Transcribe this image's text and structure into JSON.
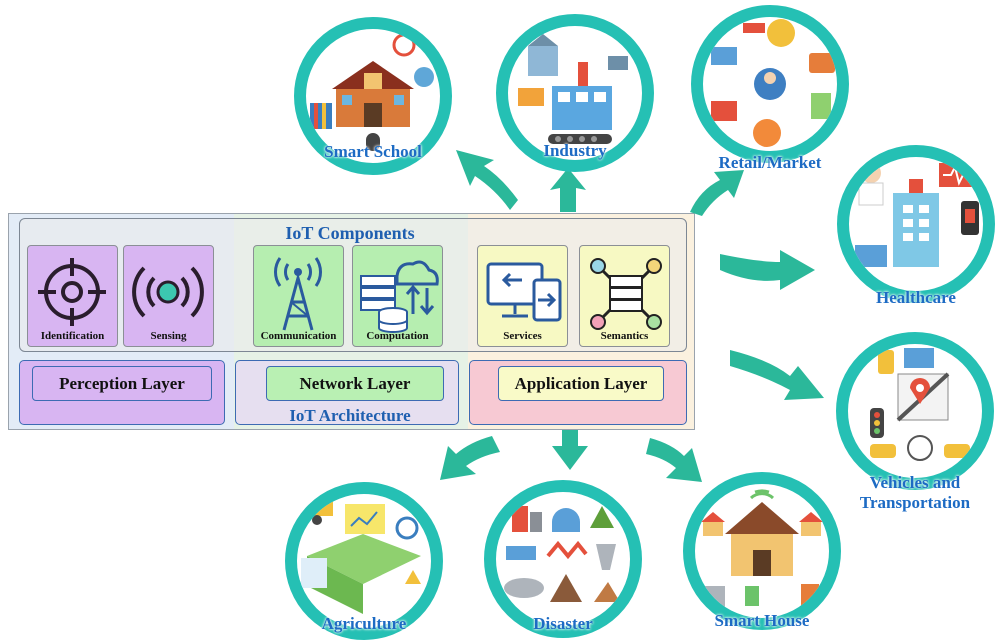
{
  "components": {
    "title": "IoT Components",
    "items": [
      {
        "label": "Identification"
      },
      {
        "label": "Sensing"
      },
      {
        "label": "Communication"
      },
      {
        "label": "Computation"
      },
      {
        "label": "Services"
      },
      {
        "label": "Semantics"
      }
    ]
  },
  "architecture": {
    "title": "IoT Architecture",
    "layers": [
      {
        "label": "Perception Layer",
        "color": "#d7b8f3"
      },
      {
        "label": "Network Layer",
        "color": "#b9f0b3"
      },
      {
        "label": "Application Layer",
        "color": "#f9fac8"
      }
    ]
  },
  "applications": [
    {
      "label": "Smart School"
    },
    {
      "label": "Industry"
    },
    {
      "label": "Retail/Market"
    },
    {
      "label": "Healthcare"
    },
    {
      "label": "Vehicles and Transportation"
    },
    {
      "label": "Agriculture"
    },
    {
      "label": "Disaster"
    },
    {
      "label": "Smart House"
    }
  ],
  "colors": {
    "ring": "#25c0b4",
    "arrow": "#2bb89a",
    "label": "#1d6bc4"
  },
  "icons": [
    "target-icon",
    "signal-icon",
    "antenna-tower-icon",
    "cloud-server-icon",
    "monitor-transfer-icon",
    "network-nodes-icon"
  ]
}
